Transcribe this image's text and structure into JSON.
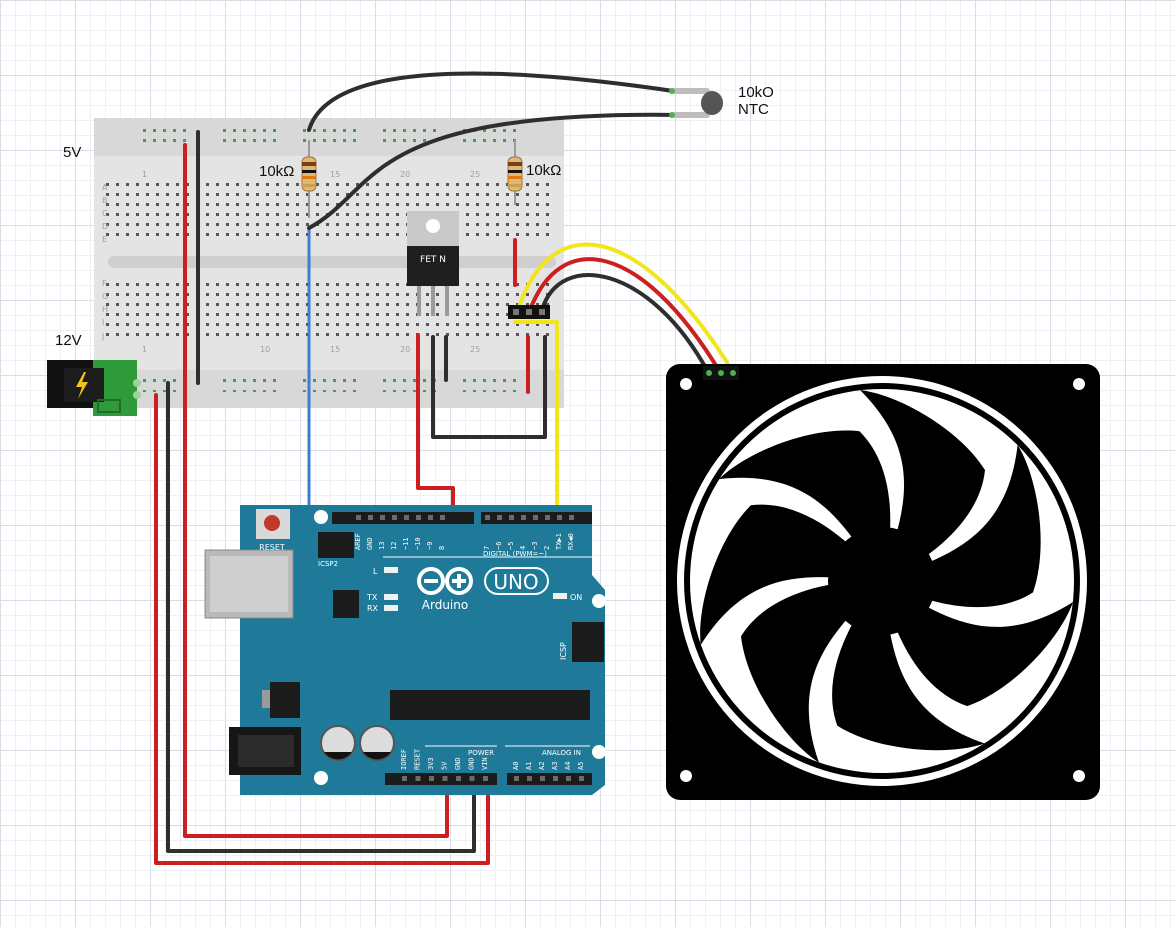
{
  "labels": {
    "rail_5v": "5V",
    "rail_12v": "12V",
    "resistor_left": "10kΩ",
    "resistor_right": "10kΩ",
    "thermistor_line1": "10kO",
    "thermistor_line2": "NTC"
  },
  "breadboard": {
    "row_letters_top": [
      "A",
      "B",
      "C",
      "D",
      "E"
    ],
    "row_letters_bottom": [
      "F",
      "G",
      "H",
      "I",
      "J"
    ],
    "column_numbers": [
      "1",
      "10",
      "15",
      "20",
      "25"
    ]
  },
  "mosfet": {
    "label": "FET N"
  },
  "arduino": {
    "brand": "Arduino",
    "model": "UNO",
    "reset_label": "RESET",
    "icsp2_label": "ICSP2",
    "icsp_label": "ICSP",
    "led_l": "L",
    "led_tx": "TX",
    "led_rx": "RX",
    "on_label": "ON",
    "digital_label": "DIGITAL (PWM=~)",
    "power_label": "POWER",
    "analog_label": "ANALOG IN",
    "digital_pins": [
      "AREF",
      "GND",
      "13",
      "12",
      "~11",
      "~10",
      "~9",
      "8",
      "7",
      "~6",
      "~5",
      "4",
      "~3",
      "2",
      "TX▶1",
      "RX◀0"
    ],
    "power_pins": [
      "IOREF",
      "RESET",
      "3V3",
      "5V",
      "GND",
      "GND",
      "VIN"
    ],
    "analog_pins": [
      "A0",
      "A1",
      "A2",
      "A3",
      "A4",
      "A5"
    ]
  },
  "colors": {
    "wire_red": "#cc1f1f",
    "wire_black": "#2e2e2e",
    "wire_blue": "#3b7dd8",
    "wire_yellow": "#f2e51c",
    "arduino_teal": "#1f7a99",
    "breadboard": "#e4e4e4",
    "fan": "#000000"
  }
}
